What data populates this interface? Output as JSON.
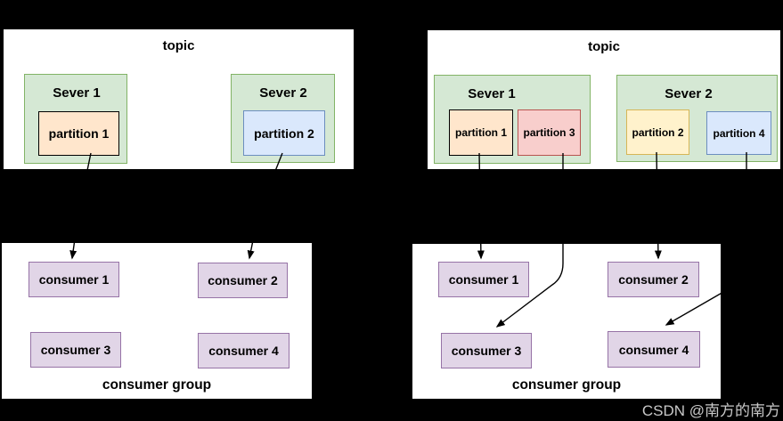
{
  "watermark": {
    "text": "CSDN @南方的南方",
    "color": "#c8c8c8"
  },
  "palette": {
    "background": "#000000",
    "panel_fill": "#ffffff",
    "panel_border": "#000000",
    "server_fill": "#d5e8d4",
    "server_border": "#82b366",
    "partition_orange_fill": "#ffe6cc",
    "partition_orange_border": "#000000",
    "partition_blue_fill": "#dae8fc",
    "partition_blue_border": "#6c8ebf",
    "partition_red_fill": "#f8cecc",
    "partition_red_border": "#b85450",
    "partition_yellow_fill": "#fff2cc",
    "partition_yellow_border": "#d6b656",
    "consumer_fill": "#e1d5e7",
    "consumer_border": "#9673a6",
    "connector_color": "#000000"
  },
  "left_diagram": {
    "topic_title": "topic",
    "servers": [
      {
        "label": "Sever 1",
        "partitions": [
          {
            "label": "partition 1",
            "color": "orange"
          }
        ]
      },
      {
        "label": "Sever 2",
        "partitions": [
          {
            "label": "partition 2",
            "color": "blue"
          }
        ]
      }
    ],
    "consumer_group": {
      "label": "consumer group",
      "consumers": [
        {
          "label": "consumer 1"
        },
        {
          "label": "consumer 2"
        },
        {
          "label": "consumer 3"
        },
        {
          "label": "consumer 4"
        }
      ]
    },
    "connections": [
      {
        "from": "partition 1",
        "to": "consumer 1"
      },
      {
        "from": "partition 2",
        "to": "consumer 2"
      }
    ]
  },
  "right_diagram": {
    "topic_title": "topic",
    "servers": [
      {
        "label": "Sever 1",
        "partitions": [
          {
            "label": "partition 1",
            "color": "orange"
          },
          {
            "label": "partition 3",
            "color": "red"
          }
        ]
      },
      {
        "label": "Sever 2",
        "partitions": [
          {
            "label": "partition 2",
            "color": "yellow"
          },
          {
            "label": "partition 4",
            "color": "blue"
          }
        ]
      }
    ],
    "consumer_group": {
      "label": "consumer group",
      "consumers": [
        {
          "label": "consumer 1"
        },
        {
          "label": "consumer 2"
        },
        {
          "label": "consumer 3"
        },
        {
          "label": "consumer 4"
        }
      ]
    },
    "connections": [
      {
        "from": "partition 1",
        "to": "consumer 1"
      },
      {
        "from": "partition 3",
        "to": "consumer 3"
      },
      {
        "from": "partition 2",
        "to": "consumer 2"
      },
      {
        "from": "partition 4",
        "to": "consumer 4"
      }
    ]
  }
}
